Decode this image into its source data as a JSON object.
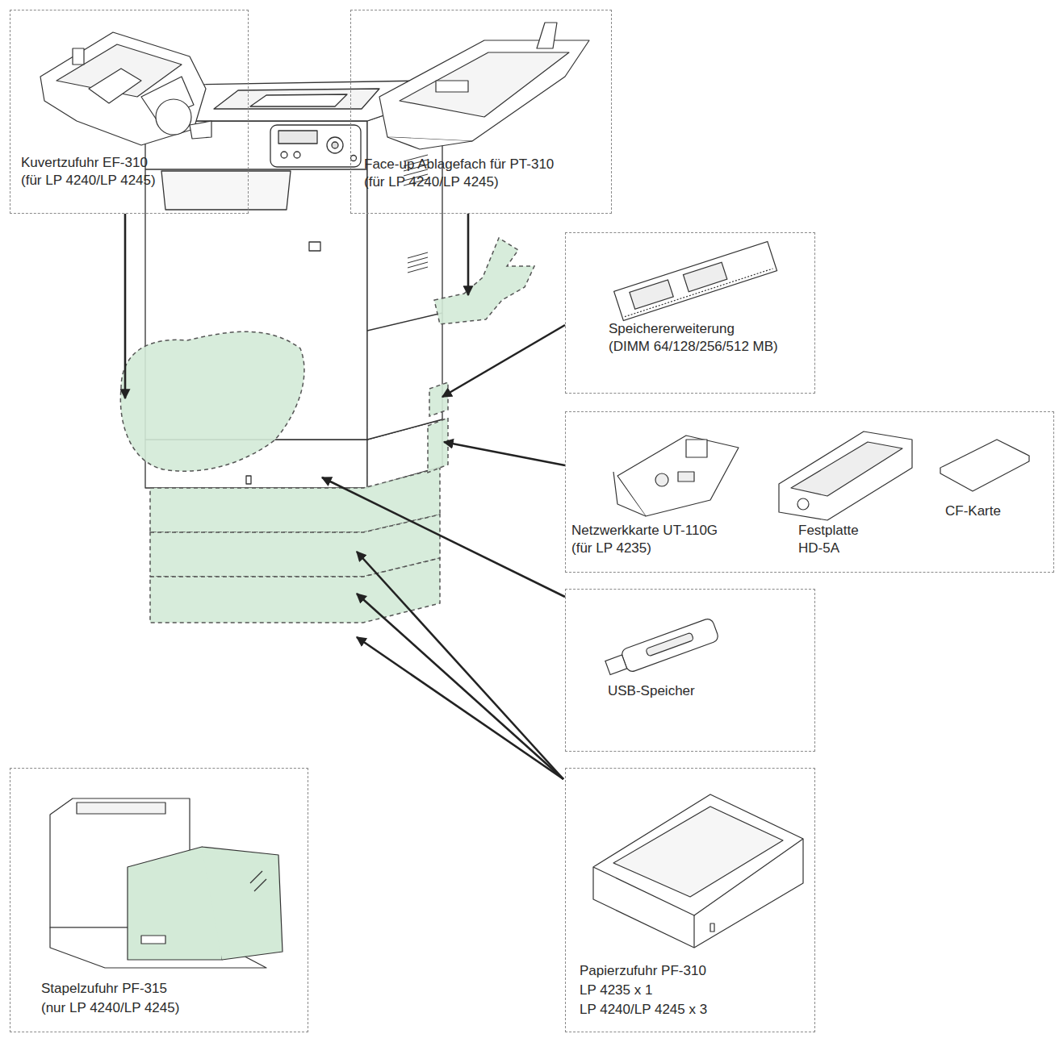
{
  "diagram": {
    "nodes": [
      {
        "text": [
          "Kuvertzufuhr EF-310",
          "(für LP 4240/LP 4245)"
        ]
      },
      {
        "text": [
          "Face-up Ablagefach für PT-310",
          "(für LP 4240/LP 4245)"
        ]
      },
      {
        "text": [
          "Speichererweiterung",
          "(DIMM 64/128/256/512 MB)"
        ]
      },
      {
        "text": [
          "Netzwerkkarte UT-110G",
          "(für LP 4235)",
          "Festplatte HD-5A",
          "CF-Karte"
        ]
      },
      {
        "text": [
          "USB-Speicher"
        ]
      },
      {
        "text": [
          "Papierzufuhr PF-310",
          "LP 4235 x 1",
          "LP 4240/LP 4245 x 3"
        ]
      },
      {
        "text": [
          "Stapelzufuhr PF-315",
          "(nur LP 4240/LP 4245)"
        ]
      }
    ]
  }
}
